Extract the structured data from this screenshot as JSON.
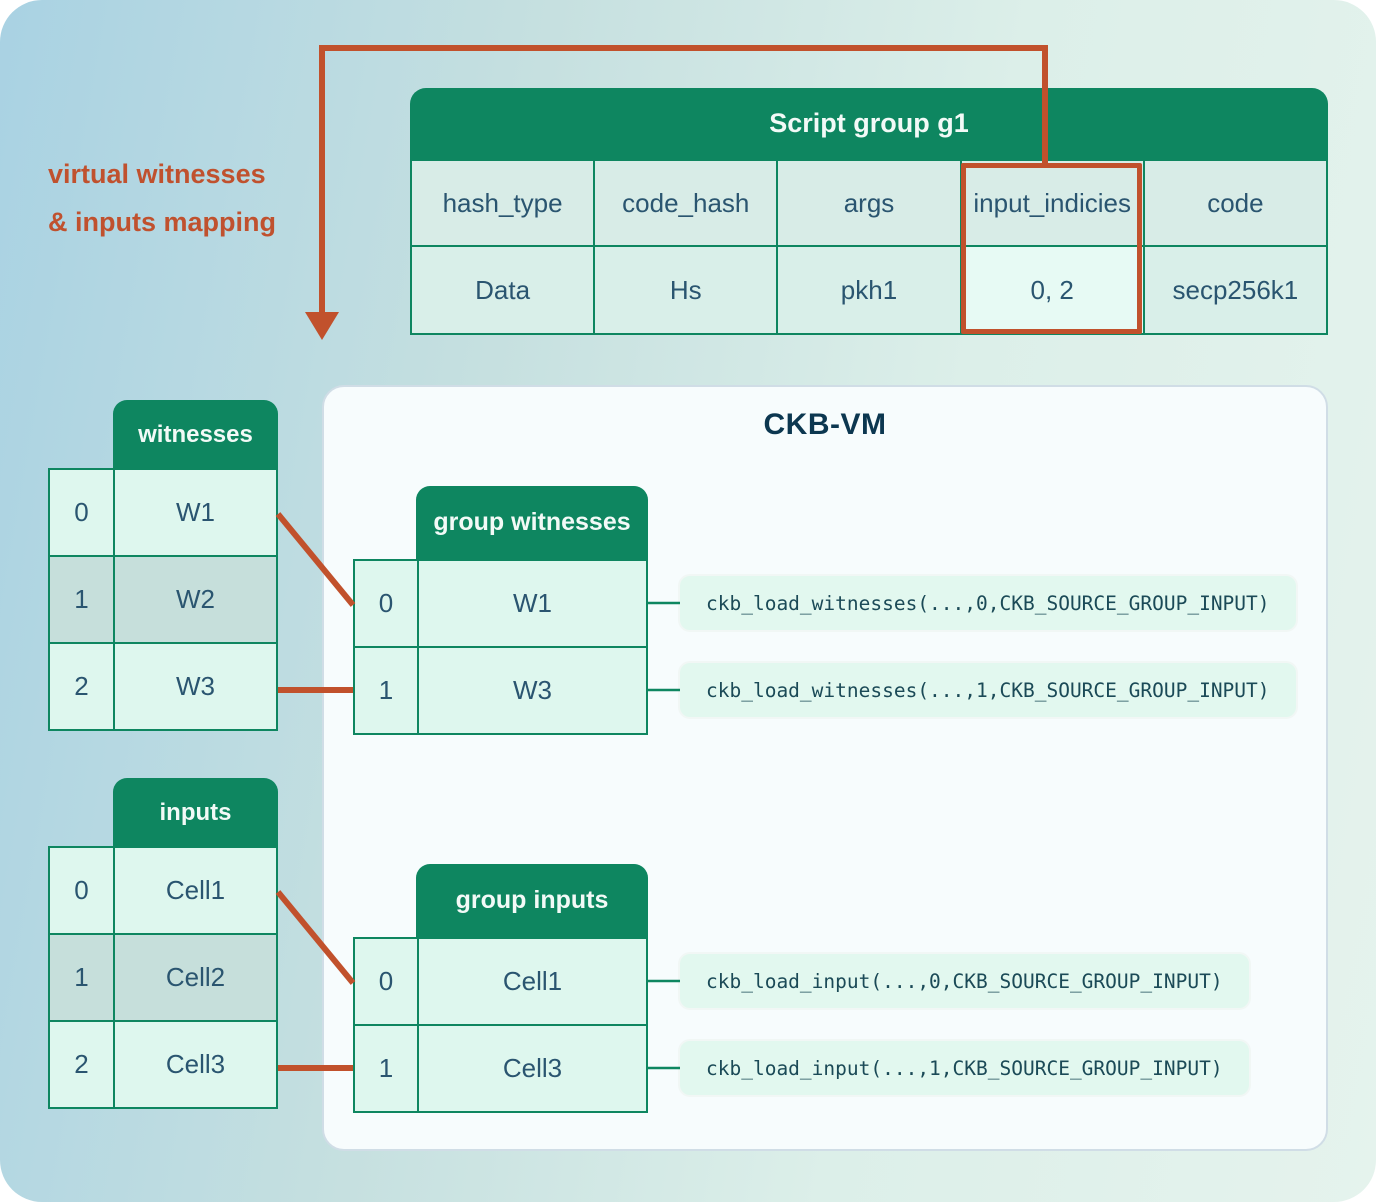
{
  "colors": {
    "green": "#0e8660",
    "orange": "#c1512c",
    "panel_background": "#f7fcfd",
    "cell_mint": "#def7ee",
    "cell_muted": "#c6dfdb",
    "code_background": "#e2f8ef",
    "text_dark": "#2a5570",
    "background_gradient_start": "#a9d2e3",
    "background_gradient_end": "#e5f3ed"
  },
  "annotation": {
    "line1": "virtual witnesses",
    "line2": "& inputs mapping"
  },
  "script_group": {
    "title": "Script group g1",
    "columns": [
      "hash_type",
      "code_hash",
      "args",
      "input_indicies",
      "code"
    ],
    "values": [
      "Data",
      "Hs",
      "pkh1",
      "0, 2",
      "secp256k1"
    ],
    "highlighted_column": "input_indicies"
  },
  "vm": {
    "title": "CKB-VM"
  },
  "witnesses": {
    "title": "witnesses",
    "rows": [
      {
        "index": "0",
        "value": "W1",
        "in_group": true
      },
      {
        "index": "1",
        "value": "W2",
        "in_group": false
      },
      {
        "index": "2",
        "value": "W3",
        "in_group": true
      }
    ]
  },
  "group_witnesses": {
    "title": "group witnesses",
    "rows": [
      {
        "index": "0",
        "value": "W1"
      },
      {
        "index": "1",
        "value": "W3"
      }
    ],
    "calls": [
      "ckb_load_witnesses(...,0,CKB_SOURCE_GROUP_INPUT)",
      "ckb_load_witnesses(...,1,CKB_SOURCE_GROUP_INPUT)"
    ]
  },
  "inputs": {
    "title": "inputs",
    "rows": [
      {
        "index": "0",
        "value": "Cell1",
        "in_group": true
      },
      {
        "index": "1",
        "value": "Cell2",
        "in_group": false
      },
      {
        "index": "2",
        "value": "Cell3",
        "in_group": true
      }
    ]
  },
  "group_inputs": {
    "title": "group inputs",
    "rows": [
      {
        "index": "0",
        "value": "Cell1"
      },
      {
        "index": "1",
        "value": "Cell3"
      }
    ],
    "calls": [
      "ckb_load_input(...,0,CKB_SOURCE_GROUP_INPUT)",
      "ckb_load_input(...,1,CKB_SOURCE_GROUP_INPUT)"
    ]
  }
}
